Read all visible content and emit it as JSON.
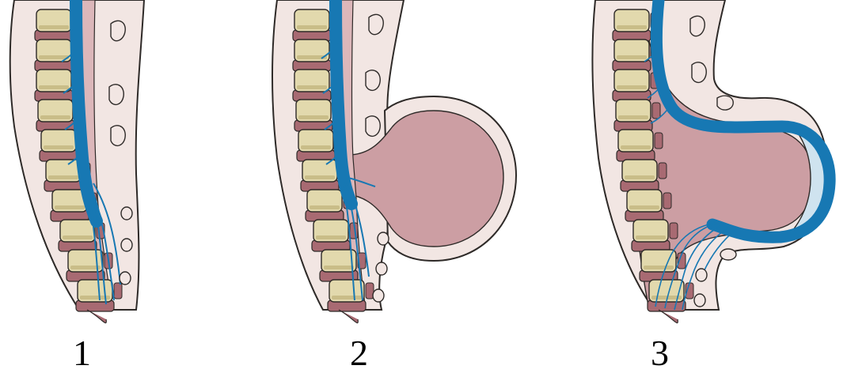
{
  "figure": {
    "panels": [
      {
        "label": "1",
        "variant": "normal-spine"
      },
      {
        "label": "2",
        "variant": "meningocele"
      },
      {
        "label": "3",
        "variant": "myelomeningocele"
      }
    ],
    "colors": {
      "outline": "#2e2a28",
      "skin": "#f2e6e3",
      "skin_dark": "#e7d2cf",
      "vertebra": "#e2d9ad",
      "vertebra_shade": "#c9bd88",
      "disc": "#a86a72",
      "sac_fluid": "#cc9ea3",
      "canal": "#dcb7ba",
      "nerve": "#1778b3",
      "membrane_highlight": "#cfe3ef"
    }
  }
}
